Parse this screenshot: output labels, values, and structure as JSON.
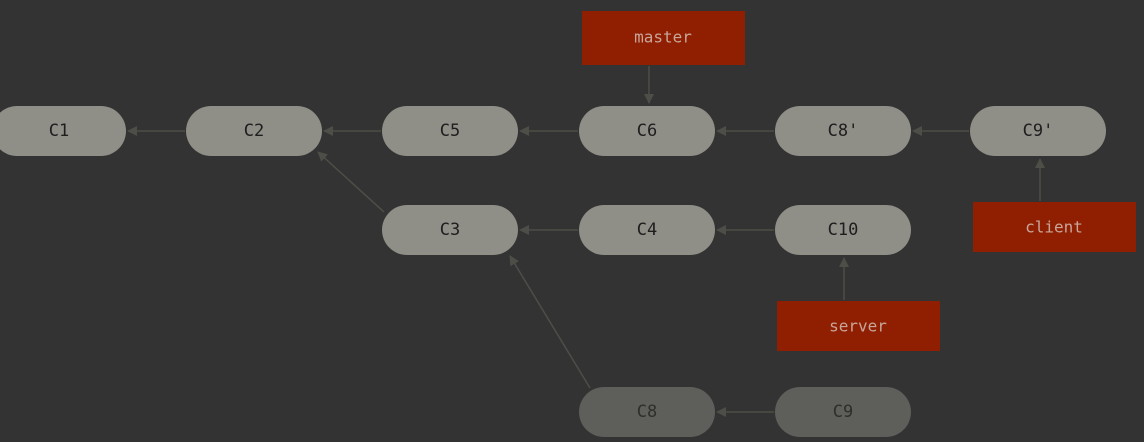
{
  "colors": {
    "background": "#333333",
    "commit_fill": "#8f8f88",
    "commit_text": "#1e1e1e",
    "faded_commit_fill": "#5e5e5a",
    "faded_commit_text": "#2e2e2c",
    "ref_fill": "#8f1f00",
    "ref_text": "#c8a59a",
    "arrow": "#4e4e48"
  },
  "commits": {
    "c1": "C1",
    "c2": "C2",
    "c5": "C5",
    "c6": "C6",
    "c8_rebased": "C8'",
    "c9_rebased": "C9'",
    "c3": "C3",
    "c4": "C4",
    "c10": "C10",
    "c8": "C8",
    "c9": "C9"
  },
  "refs": {
    "master": "master",
    "client": "client",
    "server": "server"
  }
}
